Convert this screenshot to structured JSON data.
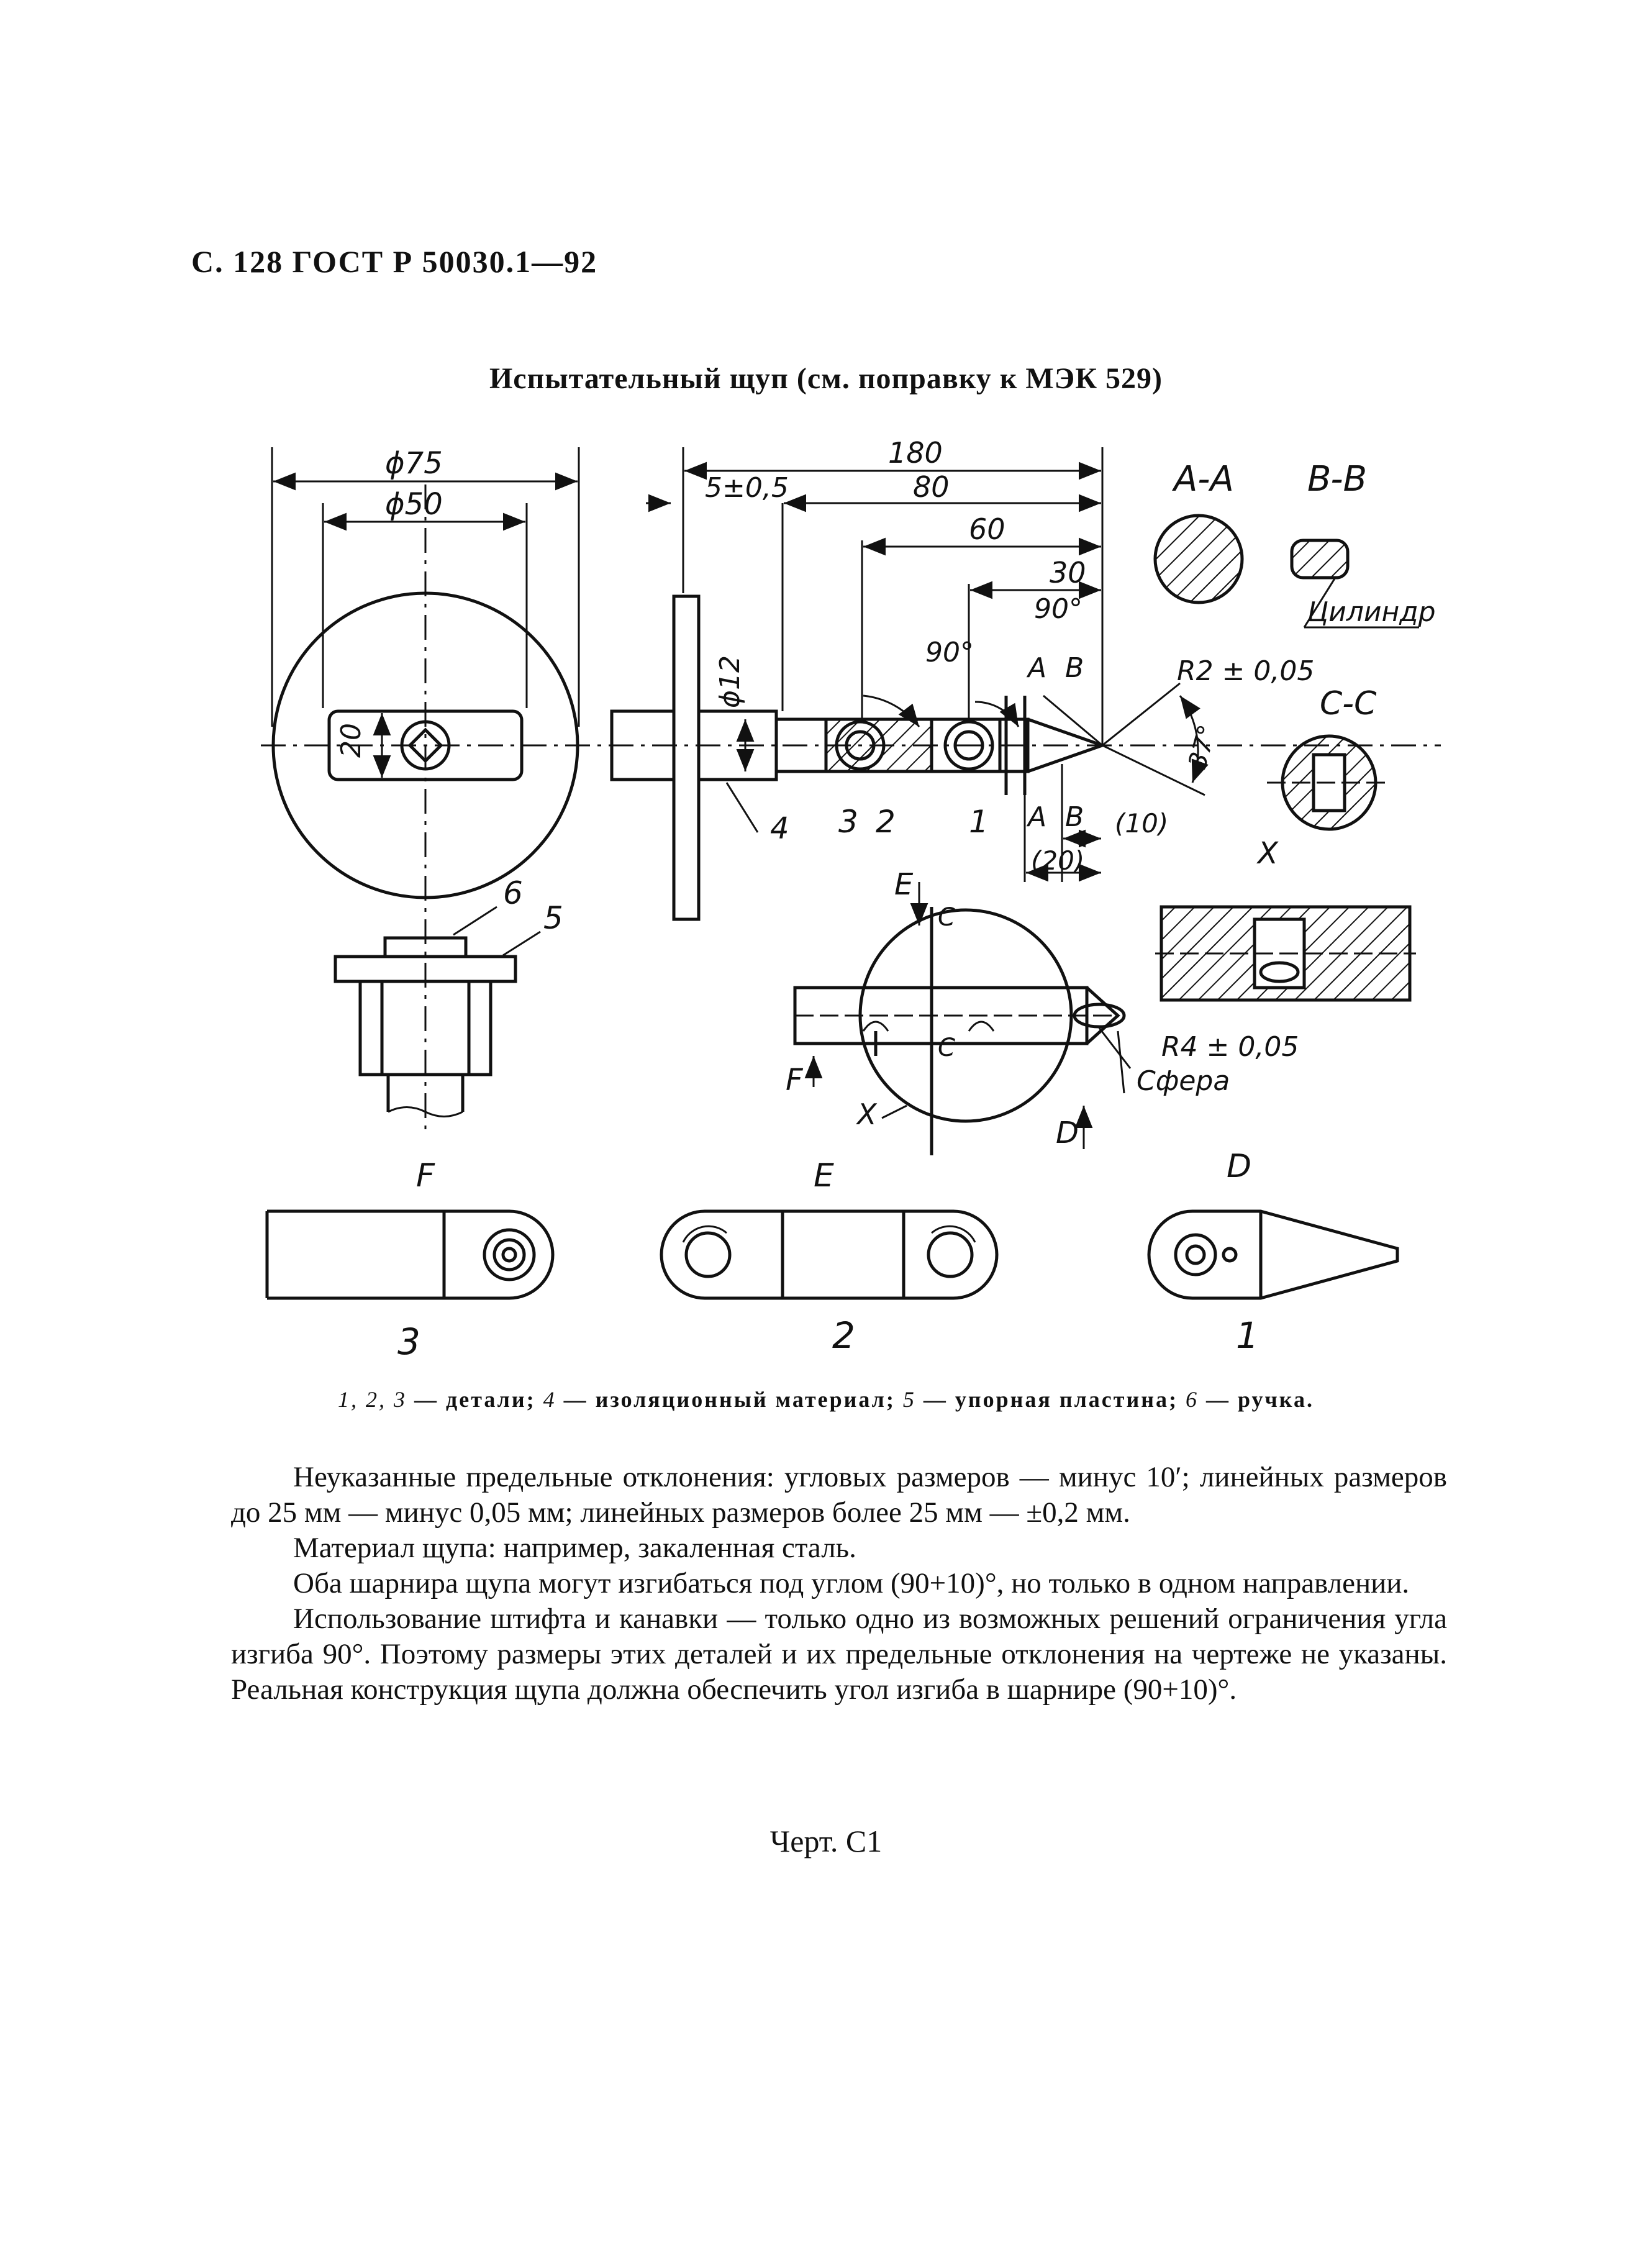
{
  "header": "С. 128 ГОСТ Р 50030.1—92",
  "title": "Испытательный щуп (см. поправку к МЭК 529)",
  "drawing": {
    "dim_d75": "ϕ75",
    "dim_d50": "ϕ50",
    "dim_20": "20",
    "dim_180": "180",
    "dim_5": "5±0,5",
    "dim_80": "80",
    "dim_60": "60",
    "dim_30": "30",
    "dim_90deg_a": "90°",
    "dim_90deg_b": "90°",
    "dim_d12": "ϕ12",
    "dim_r2": "R2 ± 0,05",
    "dim_37": "37°",
    "dim_10": "(10)",
    "dim_20b": "(20)",
    "dim_r4": "R4 ± 0,05",
    "section_aa": "A-A",
    "section_bb": "B-B",
    "section_cc": "C-C",
    "cylinder": "Цилиндр",
    "sphere": "Сфера",
    "sec_a": "A",
    "sec_b": "B",
    "sec_c": "C",
    "view_e": "E",
    "view_f": "F",
    "view_d": "D",
    "view_x": "X",
    "part1": "1",
    "part2": "2",
    "part3": "3",
    "part4": "4",
    "part5": "5",
    "part6": "6"
  },
  "legend": {
    "n1": "1, 2, 3",
    "t1": " — детали; ",
    "n4": "4",
    "t4": " — изоляционный материал; ",
    "n5": "5",
    "t5": " — упорная пластина; ",
    "n6": "6",
    "t6": " — ручка."
  },
  "notes": {
    "p1": "Неуказанные предельные отклонения: угловых размеров — минус 10′; линейных размеров до 25 мм — минус 0,05 мм; линейных размеров более 25 мм — ±0,2 мм.",
    "p2": "Материал щупа: например, закаленная сталь.",
    "p3": "Оба шарнира щупа могут изгибаться под углом (90+10)°, но только в одном направлении.",
    "p4": "Использование штифта и канавки — только одно из возможных решений ограничения угла изгиба 90°. Поэтому размеры этих деталей и их предельные отклонения на чертеже не указаны. Реальная конструкция щупа должна обеспечить угол изгиба в шарнире (90+10)°."
  },
  "caption": "Черт. С1"
}
